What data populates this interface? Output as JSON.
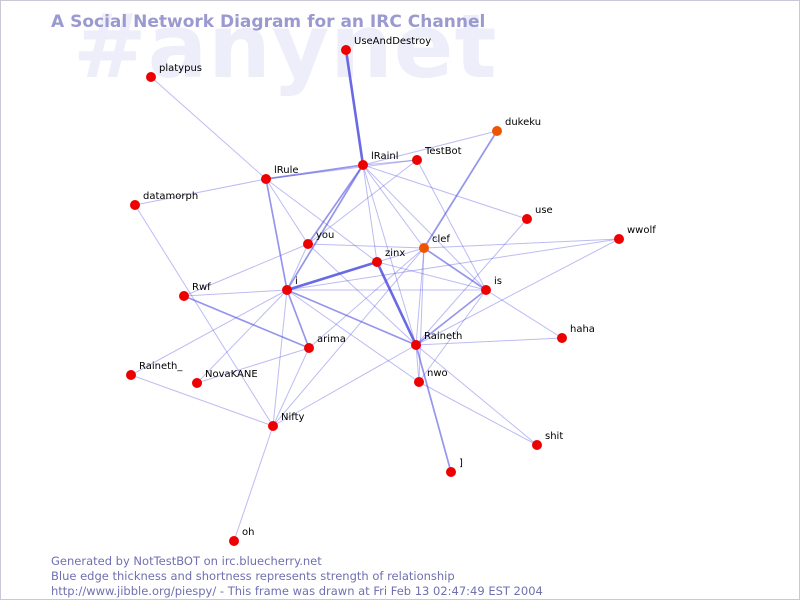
{
  "watermark": "#anynet",
  "title": "A Social Network Diagram for an IRC Channel",
  "footer": {
    "line1": "Generated by NotTestBOT on irc.bluecherry.net",
    "line2": "Blue edge thickness and shortness represents strength of relationship",
    "line3": "http://www.jibble.org/piespy/ - This frame was drawn at Fri Feb 13 02:47:49 EST 2004"
  },
  "colors": {
    "node": "#ee0000",
    "node_active": "#ee5500",
    "edge": "#5050e0",
    "label": "#000000"
  },
  "nodes": [
    {
      "id": "UseAndDestroy",
      "label": "UseAndDestroy"
    },
    {
      "id": "platypus",
      "label": "platypus"
    },
    {
      "id": "dukeku",
      "label": "dukeku",
      "active": true
    },
    {
      "id": "lRainl",
      "label": "lRainl"
    },
    {
      "id": "TestBot",
      "label": "TestBot"
    },
    {
      "id": "lRule",
      "label": "lRule"
    },
    {
      "id": "datamorph",
      "label": "datamorph"
    },
    {
      "id": "use",
      "label": "use"
    },
    {
      "id": "wwolf",
      "label": "wwolf"
    },
    {
      "id": "you",
      "label": "you"
    },
    {
      "id": "clef",
      "label": "clef",
      "active": true
    },
    {
      "id": "zinx",
      "label": "zinx"
    },
    {
      "id": "i",
      "label": "i"
    },
    {
      "id": "Rwf",
      "label": "Rwf"
    },
    {
      "id": "is",
      "label": "is"
    },
    {
      "id": "haha",
      "label": "haha"
    },
    {
      "id": "arima",
      "label": "arima"
    },
    {
      "id": "Raineth",
      "label": "Raineth"
    },
    {
      "id": "Raineth_",
      "label": "Raineth_"
    },
    {
      "id": "NovaKANE",
      "label": "NovaKANE"
    },
    {
      "id": "nwo",
      "label": "nwo"
    },
    {
      "id": "Nifty",
      "label": "Nifty"
    },
    {
      "id": "shit",
      "label": "shit"
    },
    {
      "id": "bracket",
      "label": "]"
    },
    {
      "id": "oh",
      "label": "oh"
    }
  ],
  "edges": [
    {
      "from": "UseAndDestroy",
      "to": "lRainl",
      "strength": 3
    },
    {
      "from": "platypus",
      "to": "lRule",
      "strength": 1
    },
    {
      "from": "dukeku",
      "to": "clef",
      "strength": 2
    },
    {
      "from": "dukeku",
      "to": "lRainl",
      "strength": 1
    },
    {
      "from": "lRainl",
      "to": "lRule",
      "strength": 2
    },
    {
      "from": "lRainl",
      "to": "TestBot",
      "strength": 1
    },
    {
      "from": "lRainl",
      "to": "you",
      "strength": 2
    },
    {
      "from": "lRainl",
      "to": "i",
      "strength": 2
    },
    {
      "from": "lRainl",
      "to": "zinx",
      "strength": 1
    },
    {
      "from": "lRainl",
      "to": "clef",
      "strength": 1
    },
    {
      "from": "lRainl",
      "to": "Raineth",
      "strength": 1
    },
    {
      "from": "lRainl",
      "to": "use",
      "strength": 1
    },
    {
      "from": "lRainl",
      "to": "is",
      "strength": 1
    },
    {
      "from": "TestBot",
      "to": "lRule",
      "strength": 1
    },
    {
      "from": "TestBot",
      "to": "you",
      "strength": 1
    },
    {
      "from": "TestBot",
      "to": "is",
      "strength": 1
    },
    {
      "from": "lRule",
      "to": "datamorph",
      "strength": 1
    },
    {
      "from": "lRule",
      "to": "i",
      "strength": 2
    },
    {
      "from": "lRule",
      "to": "you",
      "strength": 1
    },
    {
      "from": "lRule",
      "to": "zinx",
      "strength": 1
    },
    {
      "from": "datamorph",
      "to": "Nifty",
      "strength": 1
    },
    {
      "from": "use",
      "to": "Raineth",
      "strength": 1
    },
    {
      "from": "wwolf",
      "to": "clef",
      "strength": 1
    },
    {
      "from": "wwolf",
      "to": "i",
      "strength": 1
    },
    {
      "from": "wwolf",
      "to": "Raineth",
      "strength": 1
    },
    {
      "from": "you",
      "to": "i",
      "strength": 1
    },
    {
      "from": "you",
      "to": "clef",
      "strength": 1
    },
    {
      "from": "you",
      "to": "Raineth",
      "strength": 1
    },
    {
      "from": "you",
      "to": "Rwf",
      "strength": 1
    },
    {
      "from": "clef",
      "to": "zinx",
      "strength": 1
    },
    {
      "from": "clef",
      "to": "is",
      "strength": 2
    },
    {
      "from": "clef",
      "to": "Raineth",
      "strength": 1
    },
    {
      "from": "clef",
      "to": "arima",
      "strength": 1
    },
    {
      "from": "clef",
      "to": "nwo",
      "strength": 1
    },
    {
      "from": "clef",
      "to": "Nifty",
      "strength": 1
    },
    {
      "from": "zinx",
      "to": "i",
      "strength": 3
    },
    {
      "from": "zinx",
      "to": "Raineth",
      "strength": 3
    },
    {
      "from": "zinx",
      "to": "is",
      "strength": 1
    },
    {
      "from": "i",
      "to": "Rwf",
      "strength": 1
    },
    {
      "from": "i",
      "to": "arima",
      "strength": 2
    },
    {
      "from": "i",
      "to": "Raineth",
      "strength": 2
    },
    {
      "from": "i",
      "to": "is",
      "strength": 1
    },
    {
      "from": "i",
      "to": "NovaKANE",
      "strength": 1
    },
    {
      "from": "i",
      "to": "Nifty",
      "strength": 1
    },
    {
      "from": "i",
      "to": "nwo",
      "strength": 1
    },
    {
      "from": "i",
      "to": "Raineth_",
      "strength": 1
    },
    {
      "from": "Rwf",
      "to": "arima",
      "strength": 2
    },
    {
      "from": "is",
      "to": "Raineth",
      "strength": 2
    },
    {
      "from": "is",
      "to": "haha",
      "strength": 1
    },
    {
      "from": "is",
      "to": "nwo",
      "strength": 1
    },
    {
      "from": "haha",
      "to": "Raineth",
      "strength": 1
    },
    {
      "from": "arima",
      "to": "NovaKANE",
      "strength": 1
    },
    {
      "from": "arima",
      "to": "Nifty",
      "strength": 1
    },
    {
      "from": "Raineth",
      "to": "nwo",
      "strength": 1
    },
    {
      "from": "Raineth",
      "to": "Nifty",
      "strength": 1
    },
    {
      "from": "Raineth",
      "to": "shit",
      "strength": 1
    },
    {
      "from": "Raineth",
      "to": "bracket",
      "strength": 2
    },
    {
      "from": "Raineth_",
      "to": "Nifty",
      "strength": 1
    },
    {
      "from": "nwo",
      "to": "shit",
      "strength": 1
    },
    {
      "from": "Nifty",
      "to": "oh",
      "strength": 1
    }
  ]
}
